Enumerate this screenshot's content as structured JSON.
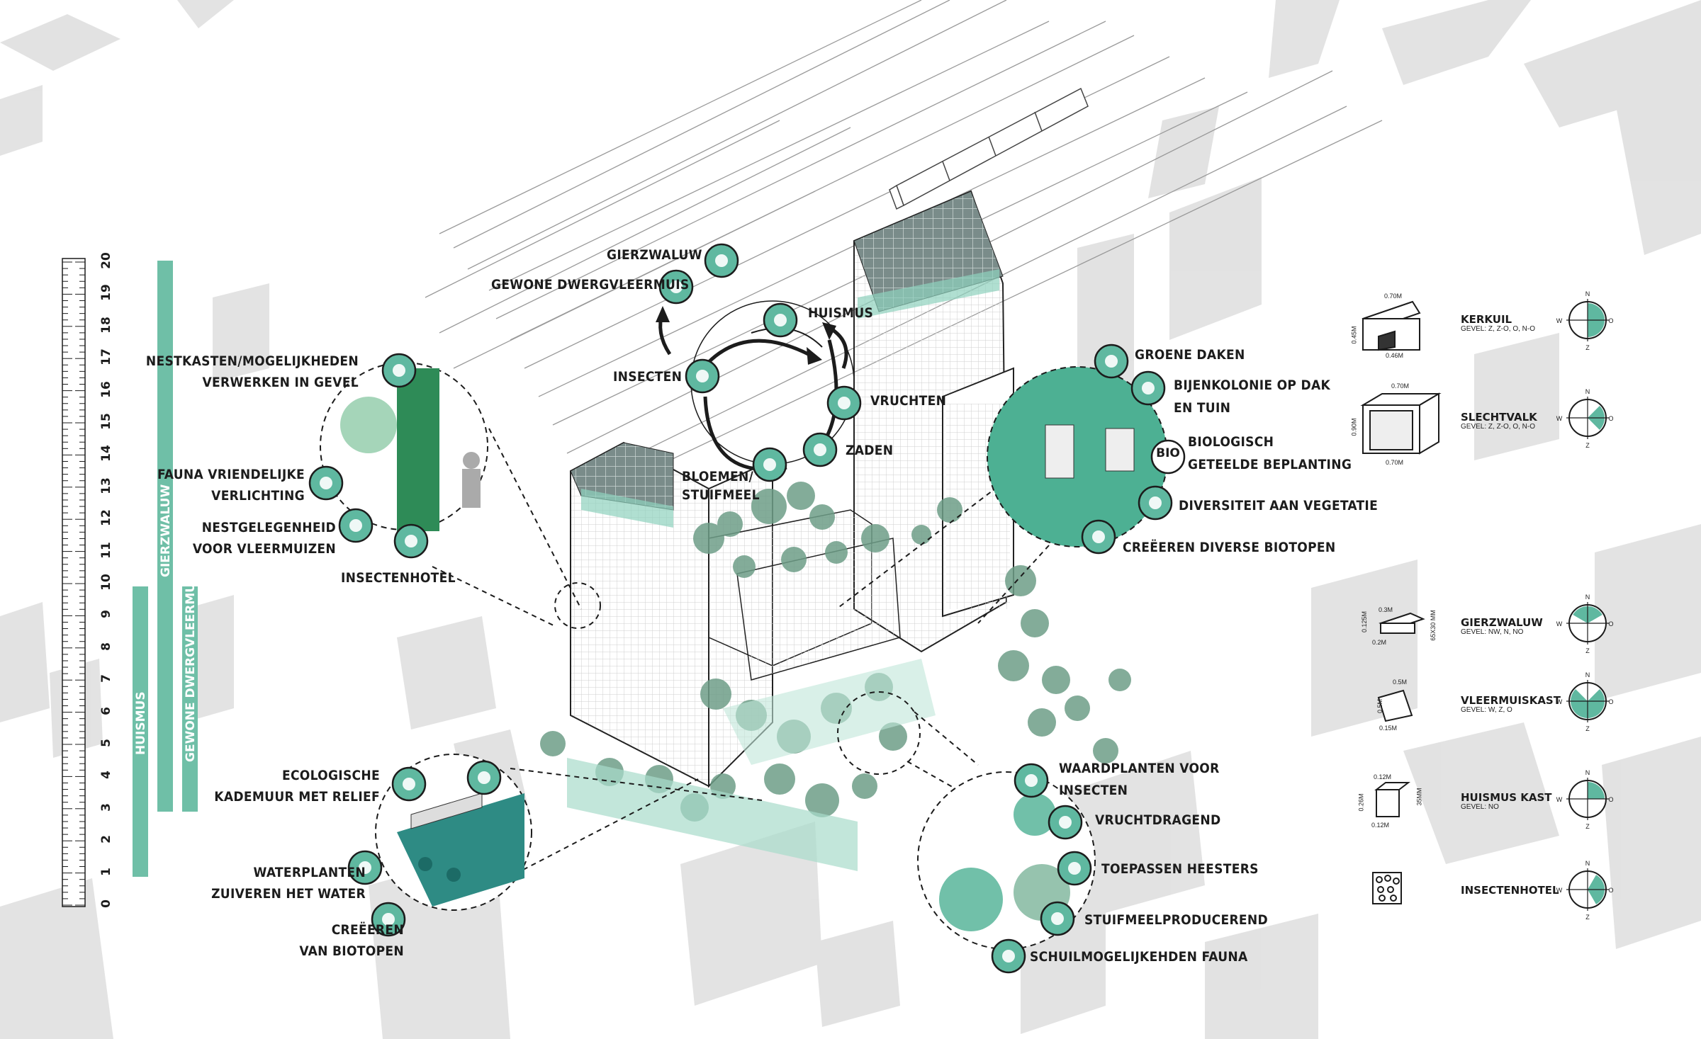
{
  "colors": {
    "teal": "#5fb8a0",
    "tealDark": "#2d7f6b",
    "tealLight": "#a8dccb",
    "ink": "#1c1c1c",
    "ghost": "#d6d6d6"
  },
  "scale": {
    "ticks": [
      "20",
      "19",
      "18",
      "17",
      "16",
      "15",
      "14",
      "13",
      "12",
      "11",
      "10",
      "9",
      "8",
      "7",
      "6",
      "5",
      "4",
      "3",
      "2",
      "1",
      "0"
    ],
    "bars": [
      {
        "label": "HUISMUS"
      },
      {
        "label": "GIERZWALUW"
      },
      {
        "label": "GEWONE DWERGVLEERMUIS"
      }
    ]
  },
  "cycle": {
    "gierzwaluw": "GIERZWALUW",
    "dwergvleermuis": "GEWONE DWERGVLEERMUIS",
    "huismus": "HUISMUS",
    "insecten": "INSECTEN",
    "vruchten": "VRUCHTEN",
    "zaden": "ZADEN",
    "bloemen": "BLOEMEN/\nSTUIFMEEL"
  },
  "left_top": {
    "nestkasten": "NESTKASTEN/MOGELIJKHEDEN\nVERWERKEN IN GEVEL",
    "fauna": "FAUNA VRIENDELIJKE\nVERLICHTING",
    "nestgelegenheid": "NESTGELEGENHEID\nVOOR VLEERMUIZEN",
    "insectenhotel": "INSECTENHOTEL"
  },
  "left_bottom": {
    "kademuur": "ECOLOGISCHE\nKADEMUUR MET RELIEF",
    "waterplanten": "WATERPLANTEN\nZUIVEREN HET WATER",
    "biotopen": "CREËEREN\nVAN BIOTOPEN"
  },
  "right_top": {
    "groene": "GROENE DAKEN",
    "bijen": "BIJENKOLONIE OP DAK\nEN TUIN",
    "bio": "BIOLOGISCH\nGETEELDE BEPLANTING",
    "bio_icon": "BIO",
    "diversiteit": "DIVERSITEIT AAN VEGETATIE",
    "diverse": "CREËEREN DIVERSE BIOTOPEN"
  },
  "right_bottom": {
    "waardplanten": "WAARDPLANTEN VOOR\nINSECTEN",
    "vruchtdragend": "VRUCHTDRAGEND",
    "heesters": "TOEPASSEN HEESTERS",
    "stuifmeel": "STUIFMEELPRODUCEREND",
    "schuil": "SCHUILMOGELIJKEHDEN FAUNA"
  },
  "key": [
    {
      "title": "KERKUIL",
      "sub": "GEVEL: Z, Z-O, O, N-O",
      "dims": [
        "0.70M",
        "0.45M",
        "0.46M"
      ]
    },
    {
      "title": "SLECHTVALK",
      "sub": "GEVEL: Z, Z-O, O, N-O",
      "dims": [
        "0.70M",
        "0.90M",
        "0.70M"
      ]
    },
    {
      "title": "GIERZWALUW",
      "sub": "GEVEL: NW, N, NO",
      "dims": [
        "0.3M",
        "0.125M",
        "0.2M",
        "65X30 MM"
      ]
    },
    {
      "title": "VLEERMUISKAST",
      "sub": "GEVEL: W, Z, O",
      "dims": [
        "0.5M",
        "0.5M",
        "0.15M"
      ]
    },
    {
      "title": "HUISMUS KAST",
      "sub": "GEVEL: NO",
      "dims": [
        "0.12M",
        "0.26M",
        "0.12M",
        "35MM"
      ]
    },
    {
      "title": "INSECTENHOTEL",
      "sub": "",
      "dims": []
    }
  ],
  "compass": {
    "n": "N",
    "z": "Z",
    "w": "W",
    "o": "O"
  }
}
